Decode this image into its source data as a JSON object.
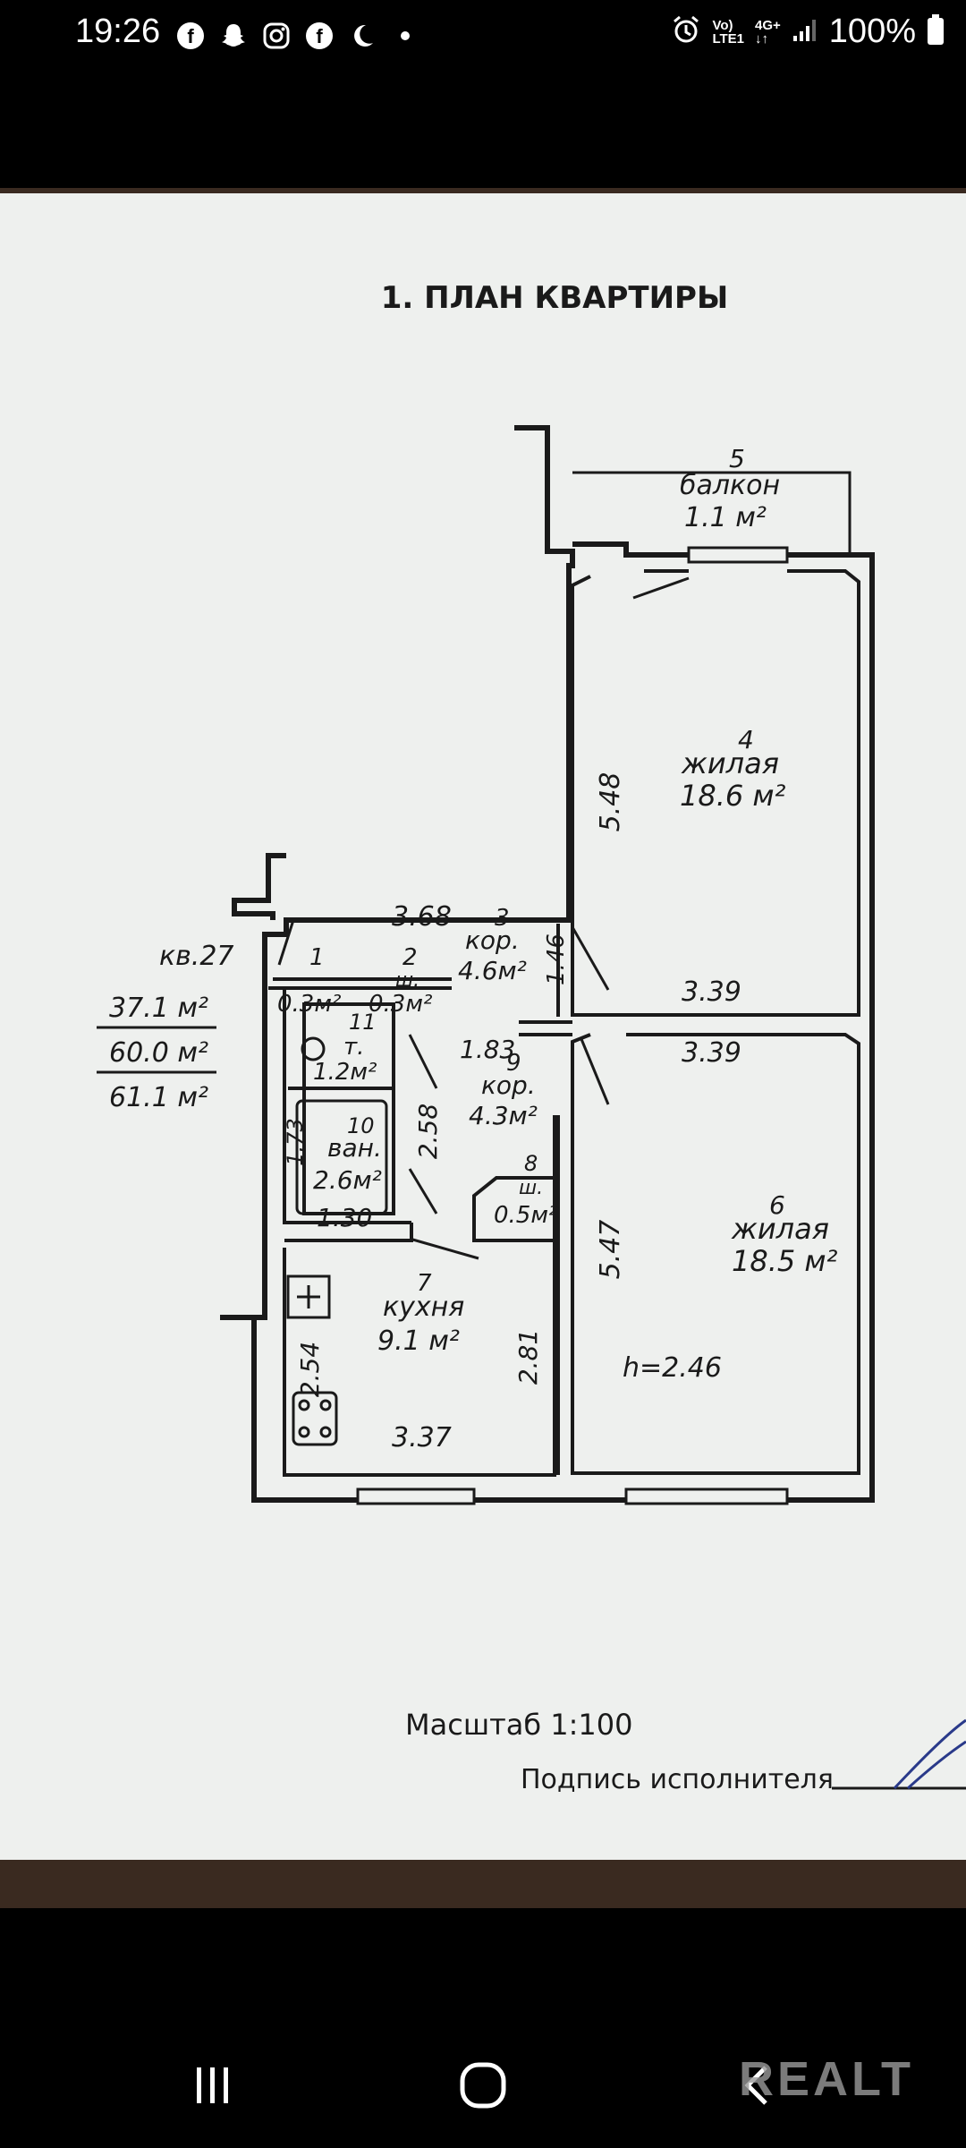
{
  "status_bar": {
    "time": "19:26",
    "left_icons": [
      "facebook-icon",
      "snapchat-icon",
      "instagram-icon",
      "facebook-icon",
      "moon-icon",
      "dot-icon"
    ],
    "right_icons": [
      "alarm-icon",
      "volte-icon",
      "4g-signal-icon",
      "signal-bars-icon",
      "battery-icon"
    ],
    "network_top": "Vo)",
    "network_bottom": "LTE1",
    "network_type": "4G+",
    "battery": "100%"
  },
  "plan": {
    "title": "1. ПЛАН КВАРТИРЫ",
    "apartment": {
      "label": "кв.27",
      "area_living": "37.1 м²",
      "area_total": "60.0 м²",
      "area_with_balcony": "61.1 м²"
    },
    "rooms": [
      {
        "num": "5",
        "name": "балкон",
        "area": "1.1 м²"
      },
      {
        "num": "4",
        "name": "жилая",
        "area": "18.6 м²"
      },
      {
        "num": "3",
        "name": "кор.",
        "area": "4.6м²"
      },
      {
        "num": "1",
        "name": "",
        "area": "0.3м²"
      },
      {
        "num": "2",
        "name": "ш.",
        "area": "0.3м²"
      },
      {
        "num": "9",
        "name": "кор.",
        "area": "4.3м²"
      },
      {
        "num": "11",
        "name": "т.",
        "area": "1.2м²"
      },
      {
        "num": "10",
        "name": "ван.",
        "area": "2.6м²"
      },
      {
        "num": "8",
        "name": "ш.",
        "area": "0.5м²"
      },
      {
        "num": "7",
        "name": "кухня",
        "area": "9.1 м²"
      },
      {
        "num": "6",
        "name": "жилая",
        "area": "18.5 м²"
      }
    ],
    "dimensions": {
      "d_548": "5.48",
      "d_368": "3.68",
      "d_146": "1.46",
      "d_339a": "3.39",
      "d_339b": "3.39",
      "d_183": "1.83",
      "d_258": "2.58",
      "d_173": "1.73",
      "d_130": "1.30",
      "d_547": "5.47",
      "d_254": "2.54",
      "d_281": "2.81",
      "d_337": "3.37"
    },
    "height": "h=2.46",
    "scale": "Масштаб 1:100",
    "signature": "Подпись исполнителя"
  },
  "nav": {
    "buttons": [
      "recent-apps-icon",
      "home-icon",
      "back-icon"
    ]
  },
  "watermark": "REALT"
}
